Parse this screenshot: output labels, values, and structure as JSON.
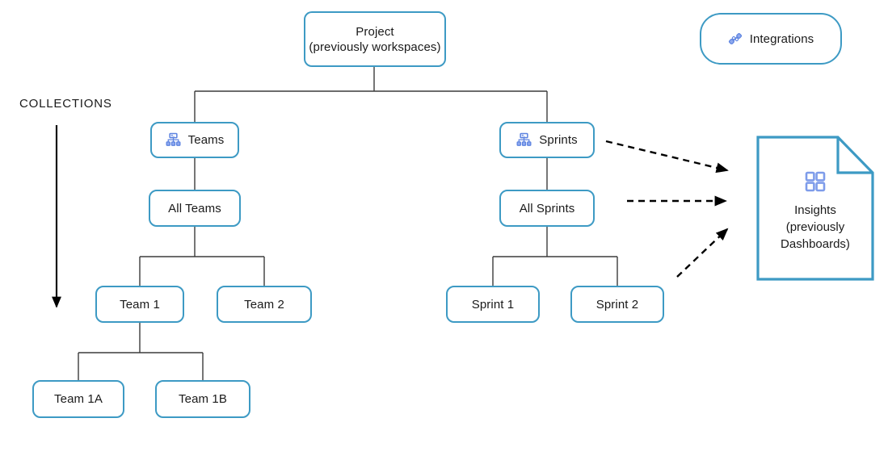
{
  "diagram": {
    "title_region": {
      "collections_label": "COLLECTIONS"
    },
    "nodes": {
      "project": {
        "label": "Project\n(previously workspaces)",
        "icon": null
      },
      "integrations": {
        "label": "Integrations",
        "icon": "link-chain-icon"
      },
      "teams": {
        "label": "Teams",
        "icon": "sitemap-icon"
      },
      "sprints": {
        "label": "Sprints",
        "icon": "sitemap-icon"
      },
      "all_teams": {
        "label": "All Teams",
        "icon": null
      },
      "all_sprints": {
        "label": "All Sprints",
        "icon": null
      },
      "team_1": {
        "label": "Team 1",
        "icon": null
      },
      "team_2": {
        "label": "Team 2",
        "icon": null
      },
      "team_1a": {
        "label": "Team 1A",
        "icon": null
      },
      "team_1b": {
        "label": "Team 1B",
        "icon": null
      },
      "sprint_1": {
        "label": "Sprint 1",
        "icon": null
      },
      "sprint_2": {
        "label": "Sprint 2",
        "icon": null
      },
      "insights": {
        "label": "Insights\n(previously\nDashboards)",
        "icon": "dashboard-grid-icon"
      }
    },
    "colors": {
      "node_border": "#3d9ac4",
      "connector": "#3b3b3b",
      "icon_blue": "#5b82e0",
      "icon_blue_light": "#8fa9ee",
      "text": "#1a1a1a",
      "background": "#ffffff"
    }
  }
}
